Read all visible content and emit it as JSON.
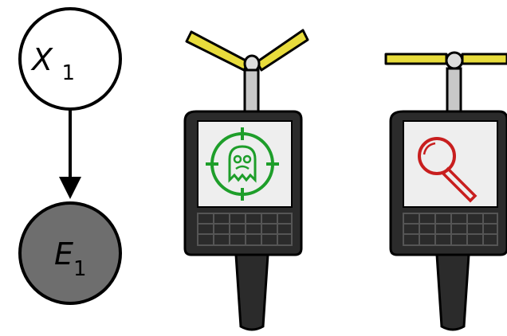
{
  "nodes": {
    "hidden": {
      "letter": "X",
      "subscript": "1",
      "fill": "#ffffff"
    },
    "evidence": {
      "letter": "E",
      "subscript": "1",
      "fill": "#6e6e6e"
    }
  },
  "devices": [
    {
      "screen_icon": "ghost-target-icon",
      "icon_color": "#1e9e2a",
      "propeller": "angled"
    },
    {
      "screen_icon": "magnifier-icon",
      "icon_color": "#c81e1e",
      "propeller": "flat"
    }
  ],
  "colors": {
    "propeller": "#e8dc3c",
    "device_body": "#2b2b2b",
    "screen": "#eeeeee",
    "edge": "#000000"
  }
}
